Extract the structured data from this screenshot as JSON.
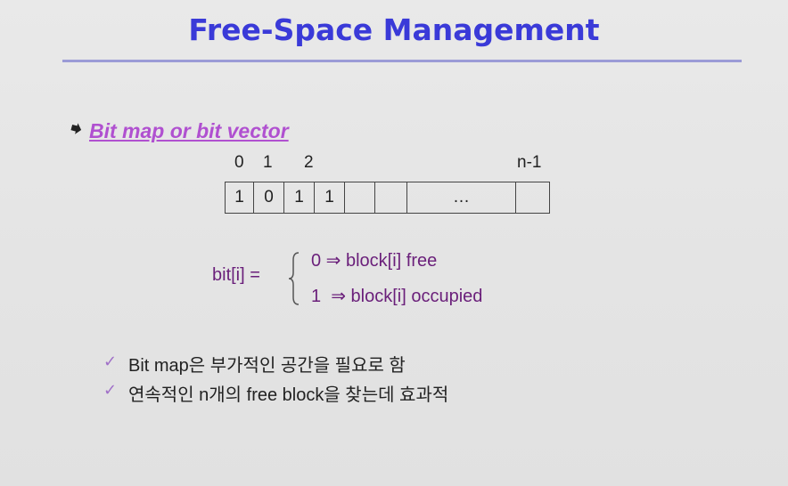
{
  "slide": {
    "title": "Free-Space Management",
    "heading": "Bit map or bit vector",
    "indices": {
      "i0": "0",
      "i1": "1",
      "i2": "2",
      "in": "n-1"
    },
    "cells": [
      "1",
      "0",
      "1",
      "1",
      "",
      "",
      "…",
      ""
    ],
    "definition": {
      "label": "bit[i] =",
      "rule0": "0 ⇒ block[i] free",
      "rule1": "1  ⇒ block[i] occupied"
    },
    "points": [
      {
        "check": "✓",
        "text": "Bit map은 부가적인 공간을 필요로 함"
      },
      {
        "check": "✓",
        "text": "연속적인 n개의 free block을 찾는데 효과적"
      }
    ]
  }
}
